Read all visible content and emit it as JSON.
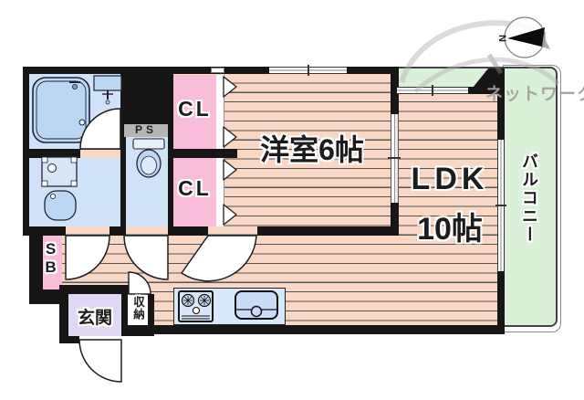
{
  "colors": {
    "wall": "#161616",
    "floor": "#f8d8c4",
    "floor_line": "#555555",
    "water_blue": "#cfe2f7",
    "fixture_blue": "#bcd7f4",
    "closet_pink": "#f9bcd9",
    "entrance_purple": "#e2d7f2",
    "balcony_green": "#d9f1d9",
    "ps_gray": "#b5b5b5"
  },
  "rooms": {
    "western_room": {
      "label": "洋室6帖"
    },
    "ldk": {
      "label": "LDK",
      "size": "10帖"
    },
    "balcony": {
      "label": "バルコニー"
    },
    "closet_upper": {
      "label": "CL"
    },
    "closet_lower": {
      "label": "CL"
    },
    "pipe_space": {
      "label": "PS"
    },
    "shoe_box": {
      "label": "SB"
    },
    "entrance": {
      "label": "玄関"
    },
    "storage": {
      "label": "収納"
    }
  },
  "compass": {
    "north_label": "N"
  },
  "watermark": {
    "text": "ネットワーク"
  }
}
